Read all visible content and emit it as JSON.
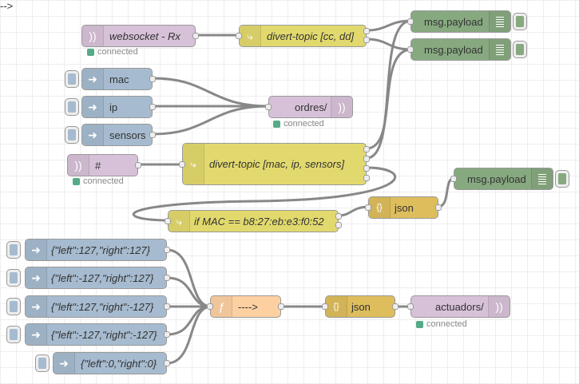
{
  "colors": {
    "websocket": "#d7c1d8",
    "inject": "#a6bbcf",
    "switch": "#e2d96e",
    "debug": "#87a980",
    "json": "#debd5c",
    "function": "#fdd0a2",
    "status_connected": "#5a8",
    "wire": "#888888"
  },
  "nodes": {
    "ws_rx": {
      "label": "websocket - Rx",
      "icon": "websocket-icon",
      "status": "connected"
    },
    "divert_cc_dd": {
      "label": "divert-topic [cc, dd]",
      "icon": "switch-icon"
    },
    "debug1": {
      "label": "msg.payload",
      "icon": "debug-icon"
    },
    "debug2": {
      "label": "msg.payload",
      "icon": "debug-icon"
    },
    "inject_mac": {
      "label": "mac",
      "icon": "inject-arrow-icon"
    },
    "inject_ip": {
      "label": "ip",
      "icon": "inject-arrow-icon"
    },
    "inject_sensors": {
      "label": "sensors",
      "icon": "inject-arrow-icon"
    },
    "ws_ordres": {
      "label": "ordres/",
      "icon": "websocket-icon",
      "status": "connected"
    },
    "ws_hash": {
      "label": "#",
      "icon": "websocket-icon",
      "status": "connected"
    },
    "divert_mac_ip": {
      "label": "divert-topic [mac, ip, sensors]",
      "icon": "switch-icon"
    },
    "debug3": {
      "label": "msg.payload",
      "icon": "debug-icon"
    },
    "json1": {
      "label": "json",
      "icon": "json-icon"
    },
    "if_mac": {
      "label": "if MAC == b8:27:eb:e3:f0:52",
      "icon": "switch-icon"
    },
    "inj1": {
      "label": "{\"left\":127,\"right\":127}",
      "icon": "inject-arrow-icon"
    },
    "inj2": {
      "label": "{\"left\":-127,\"right\":127}",
      "icon": "inject-arrow-icon"
    },
    "inj3": {
      "label": "{\"left\":127,\"right\":-127}",
      "icon": "inject-arrow-icon"
    },
    "inj4": {
      "label": "{\"left\":-127,\"right\":-127}",
      "icon": "inject-arrow-icon"
    },
    "inj5": {
      "label": "{\"left\":0,\"right\":0}",
      "icon": "inject-arrow-icon"
    },
    "func": {
      "label": "---->",
      "icon": "function-icon"
    },
    "json2": {
      "label": "json",
      "icon": "json-icon"
    },
    "ws_actuadors": {
      "label": "actuadors/",
      "icon": "websocket-icon",
      "status": "connected"
    }
  }
}
